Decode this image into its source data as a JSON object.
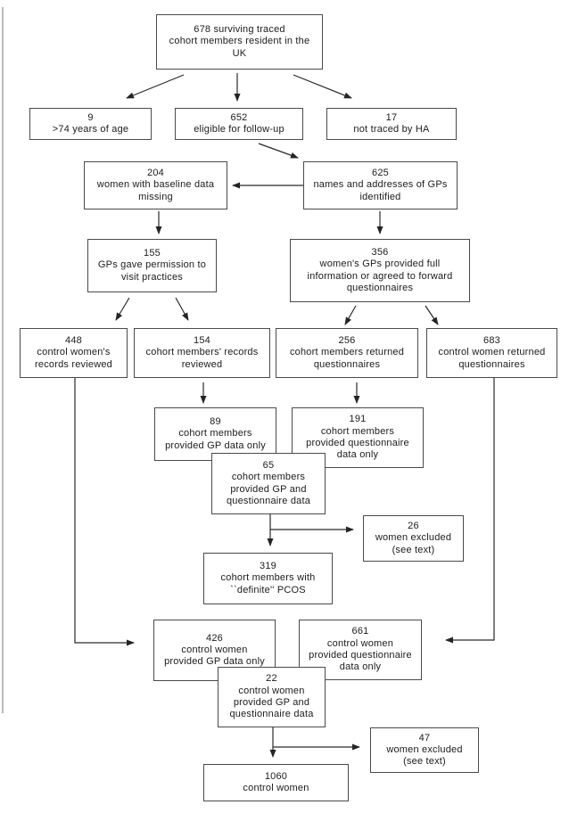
{
  "figure": {
    "boxes": {
      "surviving_traced": "678 surviving traced\ncohort members resident in the\nUK",
      "over_74": "9\n>74 years of age",
      "eligible_followup": "652\neligible for follow-up",
      "not_traced": "17\nnot traced by HA",
      "baseline_missing": "204\nwomen with baseline data\nmissing",
      "gp_identified": "625\nnames and addresses of GPs\nidentified",
      "gp_permission": "155\nGPs gave permission to\nvisit practices",
      "gp_full_info": "356\nwomen's GPs provided full\ninformation or agreed to forward\nquestionnaires",
      "control_records": "448\ncontrol women's\nrecords reviewed",
      "cohort_records": "154\ncohort members' records\nreviewed",
      "cohort_returned_q": "256\ncohort members returned\nquestionnaires",
      "control_returned_q": "683\ncontrol women returned\nquestionnaires",
      "cohort_gp_only": "89\ncohort members\nprovided GP data only",
      "cohort_q_only": "191\ncohort members\nprovided questionnaire\ndata only",
      "cohort_gp_and_q": "65\ncohort members\nprovided GP and\nquestionnaire data",
      "excluded_26": "26\nwomen excluded\n(see text)",
      "definite_pcos": "319\ncohort members with\n``definite'' PCOS",
      "control_gp_only": "426\ncontrol women\nprovided GP data only",
      "control_q_only": "661\ncontrol women\nprovided questionnaire\ndata only",
      "control_gp_and_q": "22\ncontrol women\nprovided GP and\nquestionnaire data",
      "excluded_47": "47\nwomen excluded\n(see text)",
      "control_total": "1060\ncontrol women"
    },
    "connections": [
      {
        "from": "surviving_traced",
        "to": "over_74"
      },
      {
        "from": "surviving_traced",
        "to": "eligible_followup"
      },
      {
        "from": "surviving_traced",
        "to": "not_traced"
      },
      {
        "from": "eligible_followup",
        "to": "gp_identified"
      },
      {
        "from": "gp_identified",
        "to": "baseline_missing"
      },
      {
        "from": "gp_identified",
        "to": "gp_full_info"
      },
      {
        "from": "baseline_missing",
        "to": "gp_permission"
      },
      {
        "from": "gp_permission",
        "to": "control_records"
      },
      {
        "from": "gp_permission",
        "to": "cohort_records"
      },
      {
        "from": "gp_full_info",
        "to": "cohort_returned_q"
      },
      {
        "from": "gp_full_info",
        "to": "control_returned_q"
      },
      {
        "from": "cohort_records",
        "to": "cohort_gp_only"
      },
      {
        "from": "cohort_returned_q",
        "to": "cohort_q_only"
      },
      {
        "from": "cohort_gp_and_q",
        "to": "excluded_26"
      },
      {
        "from": "cohort_gp_and_q",
        "to": "definite_pcos"
      },
      {
        "from": "control_records",
        "to": "control_gp_only"
      },
      {
        "from": "control_returned_q",
        "to": "control_q_only"
      },
      {
        "from": "control_gp_and_q",
        "to": "excluded_47"
      },
      {
        "from": "control_gp_and_q",
        "to": "control_total"
      }
    ],
    "colors": {
      "background": "#ffffff",
      "box_border": "#4a4a4a",
      "arrow": "#242424",
      "text": "#1b1b1b"
    }
  }
}
